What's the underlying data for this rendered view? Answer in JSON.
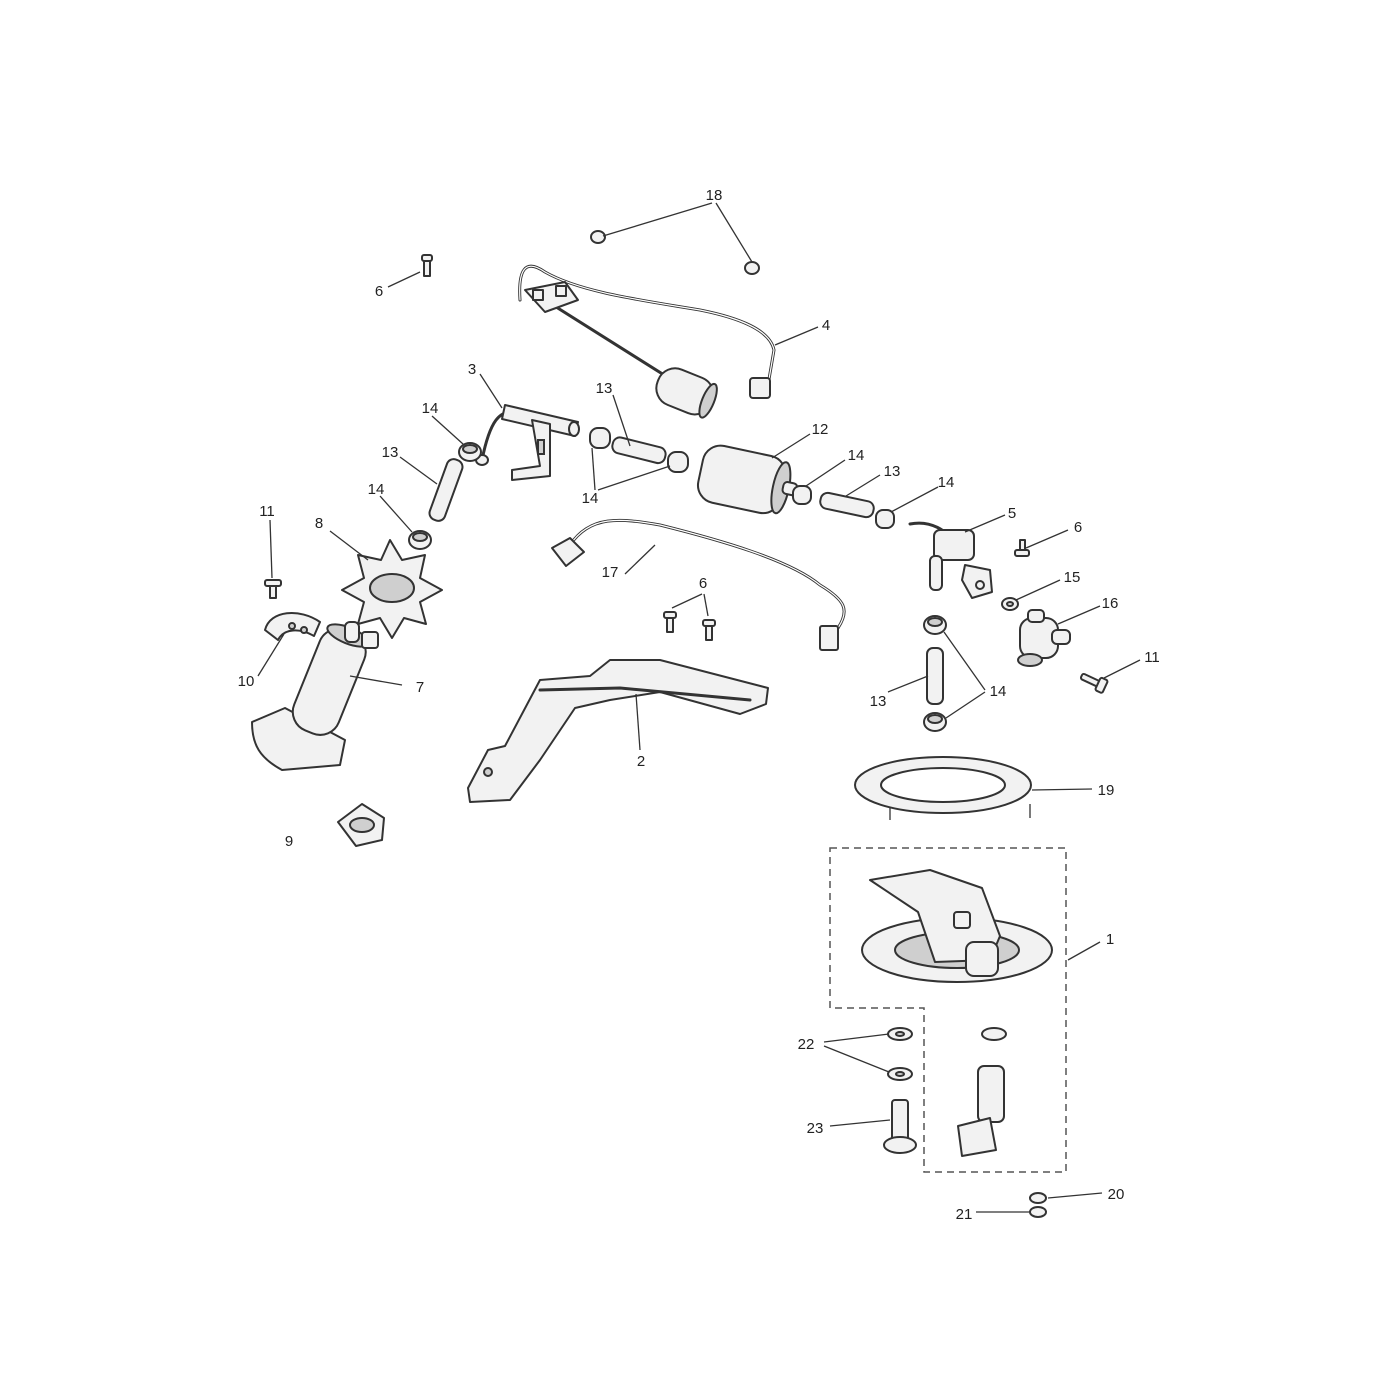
{
  "callouts": {
    "c1": "1",
    "c2": "2",
    "c3": "3",
    "c4": "4",
    "c5": "5",
    "c6a": "6",
    "c6b": "6",
    "c6c": "6",
    "c7": "7",
    "c8": "8",
    "c9": "9",
    "c10": "10",
    "c11a": "11",
    "c11b": "11",
    "c12": "12",
    "c13a": "13",
    "c13b": "13",
    "c13c": "13",
    "c13d": "13",
    "c14a": "14",
    "c14b": "14",
    "c14c": "14",
    "c14d": "14",
    "c14e": "14",
    "c14f": "14",
    "c15": "15",
    "c16": "16",
    "c17": "17",
    "c18": "18",
    "c19": "19",
    "c20": "20",
    "c21": "21",
    "c22": "22",
    "c23": "23"
  }
}
